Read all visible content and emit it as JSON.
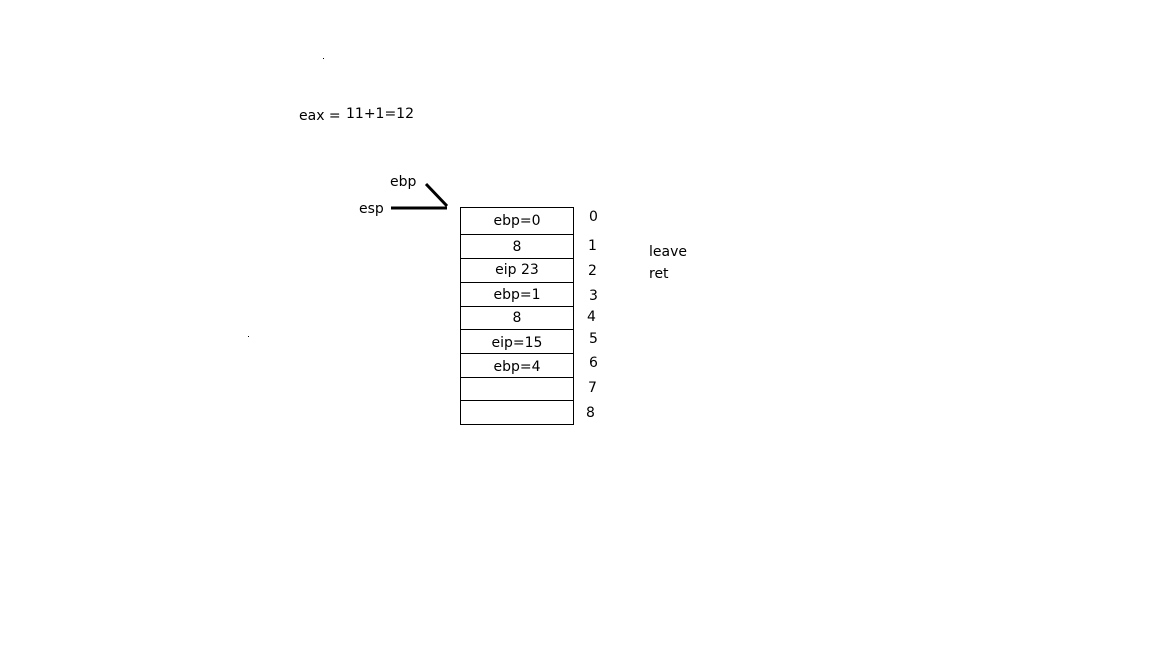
{
  "registers": {
    "eax_label": "eax =",
    "eax_value": "11+1=12",
    "ebp_label": "ebp",
    "esp_label": "esp"
  },
  "stack": {
    "cells": [
      "ebp=0",
      "8",
      "eip 23",
      "ebp=1",
      "8",
      "eip=15",
      "ebp=4",
      "",
      ""
    ],
    "indices": [
      "0",
      "1",
      "2",
      "3",
      "4",
      "5",
      "6",
      "7",
      "8"
    ]
  },
  "instructions": [
    "leave",
    "ret"
  ]
}
